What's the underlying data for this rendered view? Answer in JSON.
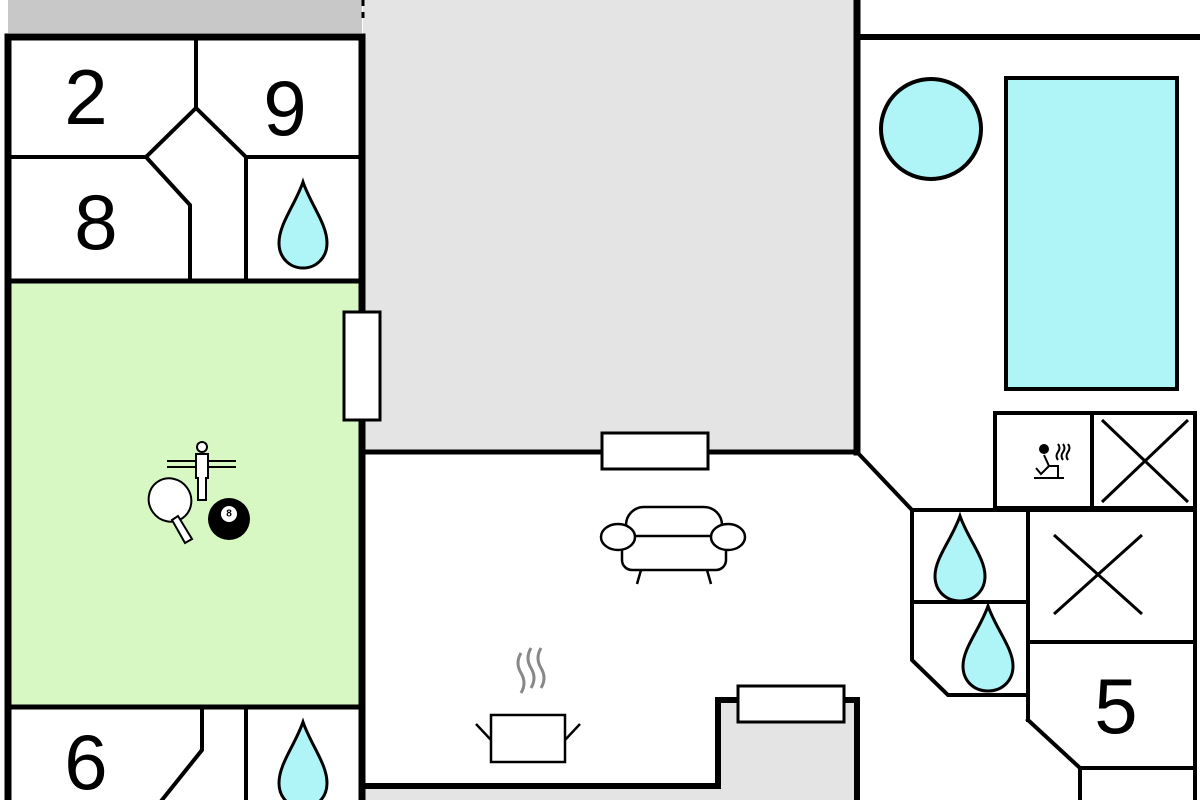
{
  "floor_plan": {
    "rooms": [
      {
        "id": "room-2",
        "number": "2"
      },
      {
        "id": "room-9",
        "number": "9"
      },
      {
        "id": "room-8",
        "number": "8"
      },
      {
        "id": "room-6",
        "number": "6"
      },
      {
        "id": "room-5",
        "number": "5"
      }
    ],
    "colors": {
      "wall": "#000000",
      "game_room_fill": "#d7f7c3",
      "unheated_area_fill": "#e4e4e4",
      "top_strip_fill": "#c8c8c8",
      "water_fill": "#aff5f8",
      "background": "#ffffff"
    },
    "icons": [
      "table-football-icon",
      "table-tennis-icon",
      "billiard-ball-icon",
      "sofa-icon",
      "cooking-pot-icon",
      "sauna-icon",
      "water-drop-icon",
      "hot-tub-icon",
      "swimming-pool-icon",
      "no-access-cross-icon"
    ],
    "billiard_ball_label": "8"
  }
}
